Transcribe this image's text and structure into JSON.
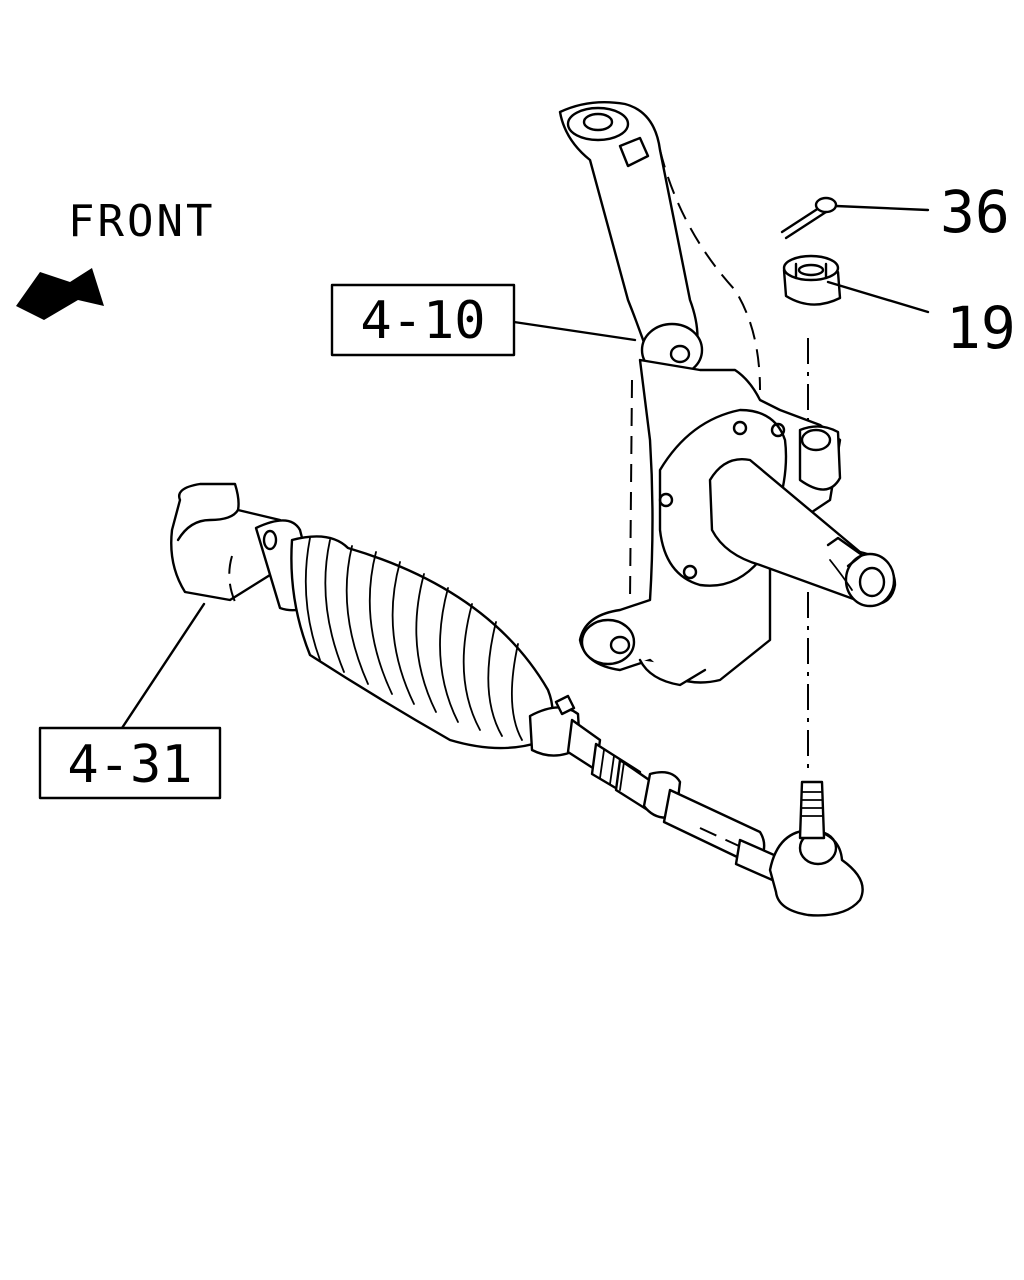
{
  "front_label": "FRONT",
  "callouts": {
    "knuckle_ref": "4-10",
    "gear_ref": "4-31",
    "cotter_pin": "36",
    "castle_nut": "19"
  }
}
